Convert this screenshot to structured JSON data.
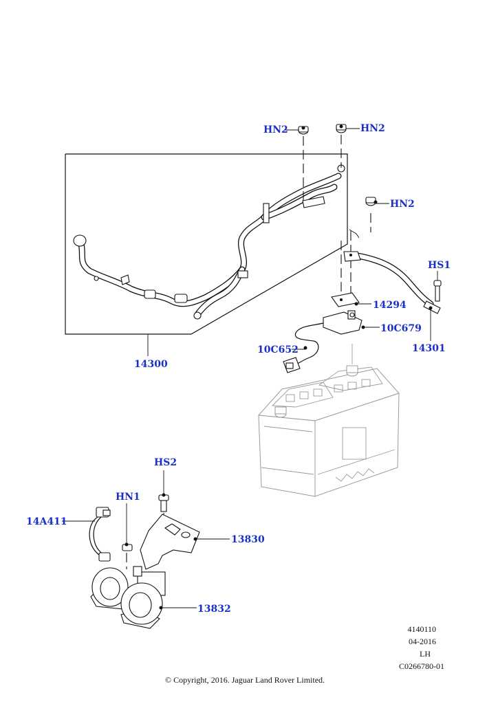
{
  "callouts": {
    "hn2_a": "HN2",
    "hn2_b": "HN2",
    "hn2_c": "HN2",
    "hs1": "HS1",
    "p14294": "14294",
    "p10c679": "10C679",
    "p14301": "14301",
    "p10c652": "10C652",
    "p14300": "14300",
    "hs2": "HS2",
    "hn1": "HN1",
    "p14a411": "14A411",
    "p13830": "13830",
    "p13832": "13832"
  },
  "reference": {
    "code": "4140110",
    "date": "04-2016",
    "side": "LH",
    "drawing_id": "C0266780-01"
  },
  "copyright": "© Copyright, 2016. Jaguar Land Rover Limited.",
  "colors": {
    "callout_text": "#1a2fc9",
    "line_art": "#111111",
    "battery_outline": "#9a9a9a"
  }
}
